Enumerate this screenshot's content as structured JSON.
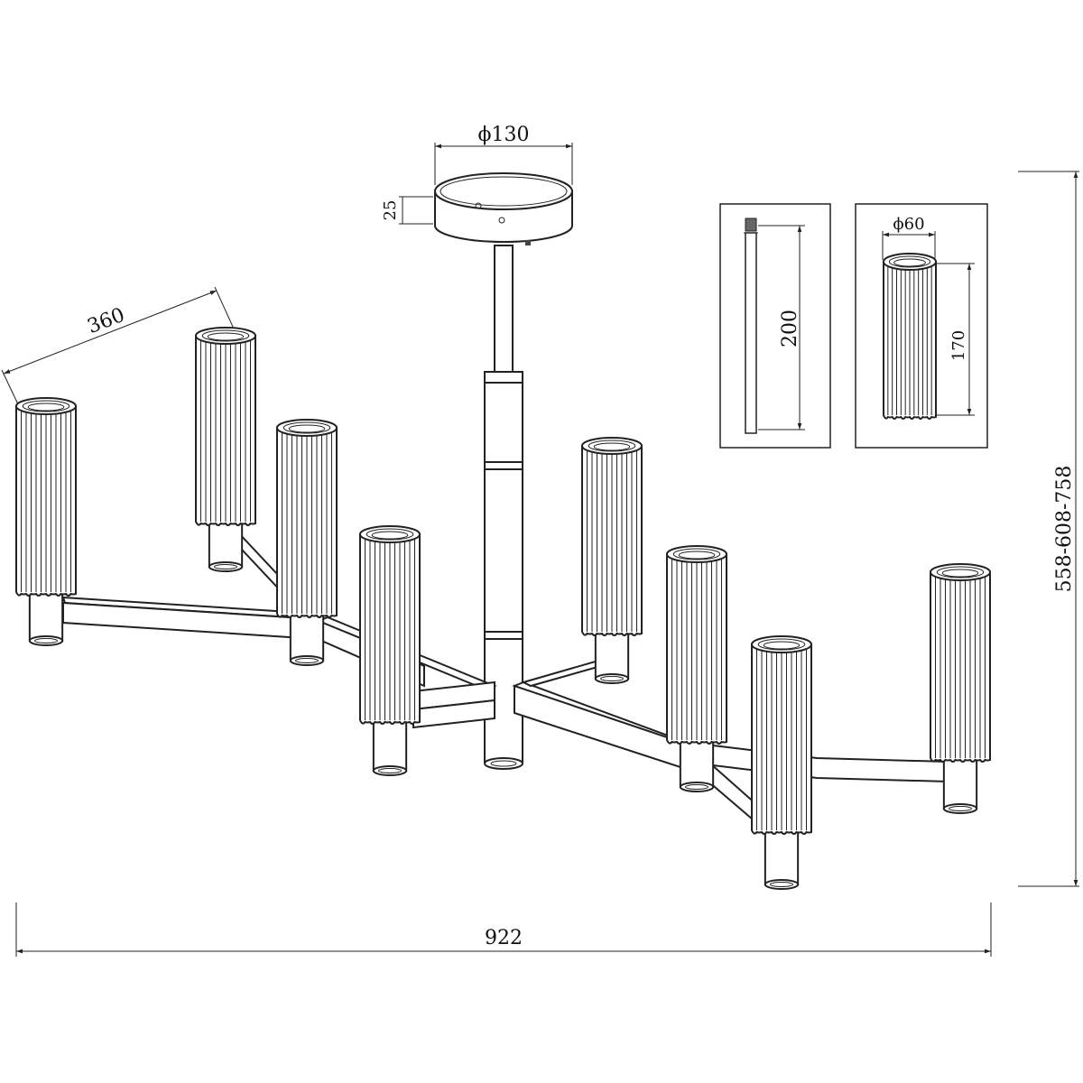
{
  "drawing": {
    "dimensions": {
      "canopy_diameter": "ϕ130",
      "canopy_height": "25",
      "arm_length": "360",
      "overall_width": "922",
      "overall_height": "558-608-758",
      "rod_length": "200",
      "shade_diameter": "ϕ60",
      "shade_height": "170"
    },
    "colors": {
      "line": "#222222",
      "background": "#ffffff"
    }
  }
}
